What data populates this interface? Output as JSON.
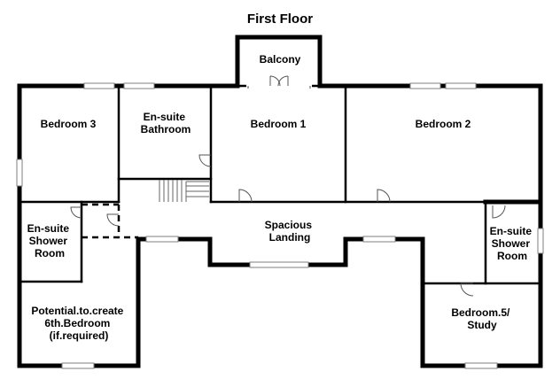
{
  "floor_title": "First Floor",
  "rooms": {
    "balcony": [
      "Balcony"
    ],
    "bedroom_3": [
      "Bedroom 3"
    ],
    "ensuite_bathroom": [
      "En-suite",
      "Bathroom"
    ],
    "bedroom_1": [
      "Bedroom 1"
    ],
    "bedroom_2": [
      "Bedroom 2"
    ],
    "ensuite_shower_room_left": [
      "En-suite",
      "Shower",
      "Room"
    ],
    "spacious_landing": [
      "Spacious",
      "Landing"
    ],
    "ensuite_shower_room_right": [
      "En-suite",
      "Shower",
      "Room"
    ],
    "potential_sixth_bedroom": [
      "Potential.to.create",
      "6th.Bedroom",
      "(if.required)"
    ],
    "bedroom_5_study": [
      "Bedroom.5/",
      "Study"
    ]
  }
}
